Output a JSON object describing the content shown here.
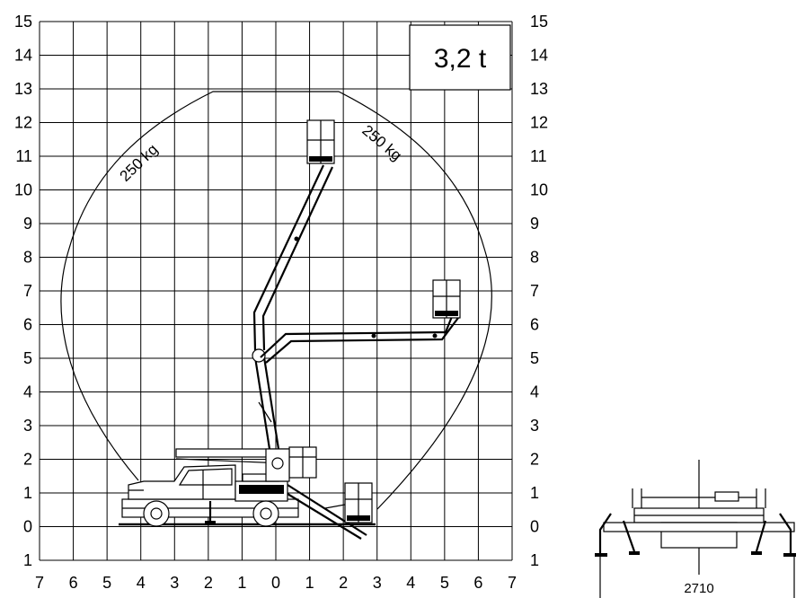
{
  "diagram": {
    "capacity_label": "3,2 t",
    "load_labels": [
      "250 kg",
      "250 kg"
    ],
    "left_axis_labels": [
      "15",
      "14",
      "13",
      "12",
      "11",
      "10",
      "9",
      "8",
      "7",
      "6",
      "5",
      "4",
      "3",
      "2",
      "1",
      "0",
      "1"
    ],
    "right_axis_labels": [
      "15",
      "14",
      "13",
      "12",
      "11",
      "10",
      "9",
      "8",
      "7",
      "6",
      "5",
      "4",
      "3",
      "2",
      "1",
      "0",
      "1"
    ],
    "bottom_axis_labels": [
      "7",
      "6",
      "5",
      "4",
      "3",
      "2",
      "1",
      "0",
      "1",
      "2",
      "3",
      "4",
      "5",
      "6",
      "7"
    ],
    "track_width_label": "2710"
  }
}
